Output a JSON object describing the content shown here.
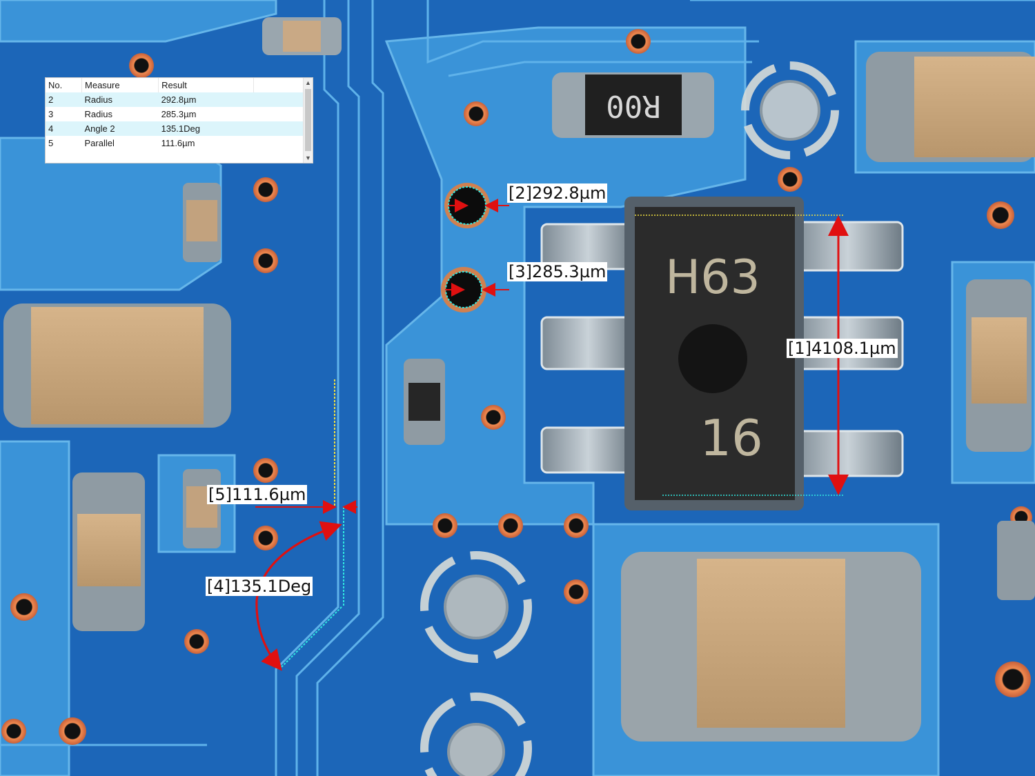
{
  "results_table": {
    "headers": [
      "No.",
      "Measure",
      "Result"
    ],
    "rows": [
      {
        "no": "2",
        "measure": "Radius",
        "result": "292.8µm"
      },
      {
        "no": "3",
        "measure": "Radius",
        "result": "285.3µm"
      },
      {
        "no": "4",
        "measure": "Angle 2",
        "result": "135.1Deg"
      },
      {
        "no": "5",
        "measure": "Parallel",
        "result": "111.6µm"
      }
    ]
  },
  "annotations": {
    "m1": "[1]4108.1µm",
    "m2": "[2]292.8µm",
    "m3": "[3]285.3µm",
    "m4": "[4]135.1Deg",
    "m5": "[5]111.6µm"
  },
  "component_markings": {
    "resistor": "R00",
    "ic_line1": "H63",
    "ic_line2": "16"
  },
  "colors": {
    "board": "#1e6fc0",
    "trace": "#2d86d2",
    "pad_ring": "#e08a55",
    "measure_line": "#e01010",
    "edge_yellow": "#f0e040",
    "edge_cyan": "#30e8e0"
  },
  "icons": {
    "scroll_up": "▲",
    "scroll_down": "▼"
  }
}
